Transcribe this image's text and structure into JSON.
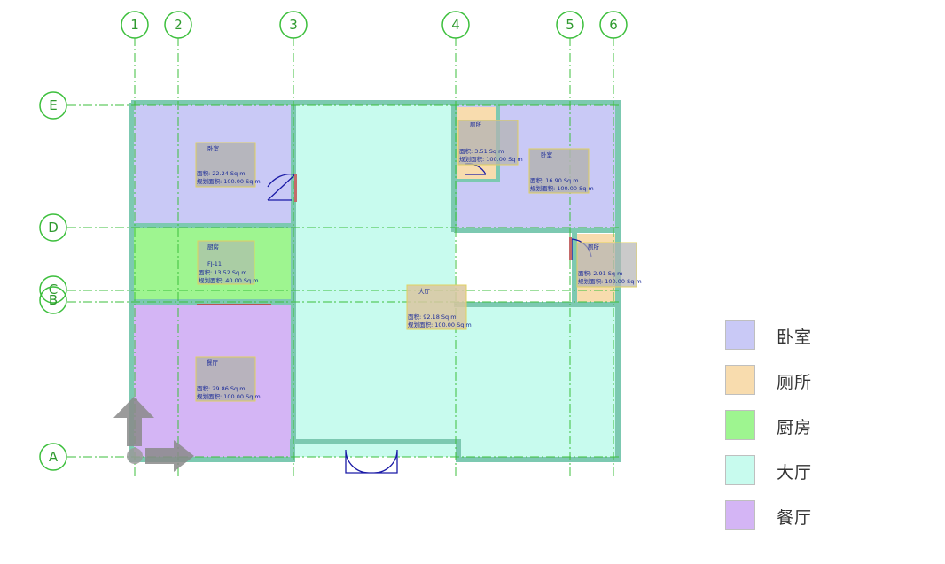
{
  "axes": {
    "vertical": [
      "1",
      "2",
      "3",
      "4",
      "5",
      "6"
    ],
    "horizontal": [
      "E",
      "D",
      "C",
      "B",
      "A"
    ]
  },
  "rooms": [
    {
      "id": "bedroom1",
      "name": "卧室",
      "area": "面积: 22.24 Sq m",
      "planned": "规划面积: 100.00 Sq m",
      "color": "#c9c9f6"
    },
    {
      "id": "kitchen",
      "name": "厨房",
      "code": "FJ-11",
      "area": "面积: 13.52 Sq m",
      "planned": "规划面积: 40.00 Sq m",
      "color": "#9ef590"
    },
    {
      "id": "dining",
      "name": "餐厅",
      "area": "面积: 29.86 Sq m",
      "planned": "规划面积: 100.00 Sq m",
      "color": "#d4b5f5"
    },
    {
      "id": "living",
      "name": "大厅",
      "area": "面积: 92.18 Sq m",
      "planned": "规划面积: 100.00 Sq m",
      "color": "#c8fbee"
    },
    {
      "id": "toilet1",
      "name": "厕所",
      "area": "面积: 3.51 Sq m",
      "planned": "规划面积: 100.00 Sq m",
      "color": "#f8dcae"
    },
    {
      "id": "bedroom2",
      "name": "卧室",
      "area": "面积: 16.90 Sq m",
      "planned": "规划面积: 100.00 Sq m",
      "color": "#c9c9f6"
    },
    {
      "id": "toilet2",
      "name": "厕所",
      "area": "面积: 2.91 Sq m",
      "planned": "规划面积: 100.00 Sq m",
      "color": "#f8dcae"
    }
  ],
  "legend": [
    {
      "label": "卧室",
      "color": "#c9c9f6"
    },
    {
      "label": "厕所",
      "color": "#f8dcae"
    },
    {
      "label": "厨房",
      "color": "#9ef590"
    },
    {
      "label": "大厅",
      "color": "#c8fbee"
    },
    {
      "label": "餐厅",
      "color": "#d4b5f5"
    }
  ],
  "colors": {
    "wall": "#7cc9b1",
    "axis_line": "#3cbf3c",
    "tag_border": "#e0d060",
    "tag_fill": "#b3b3b3",
    "door": "#1a1aa6"
  }
}
